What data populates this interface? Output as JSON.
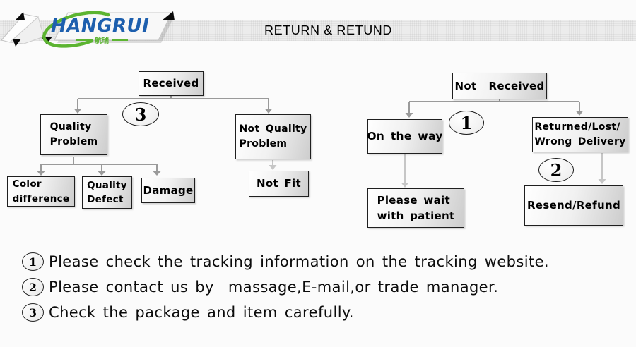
{
  "header": {
    "title": "RETURN & RETUND",
    "logo": {
      "brand": "HANGRUI",
      "cn": "航瑞",
      "brand_color": "#1d5fae",
      "accent_green": "#5cb431"
    }
  },
  "flowchart": {
    "boxes": {
      "received": "Received",
      "quality_problem": "Quality\nProblem",
      "not_quality_problem": "Not Quality\nProblem",
      "color_difference": "Color\ndifference",
      "quality_defect": "Quality\nDefect",
      "damage": "Damage",
      "not_fit": "Not Fit",
      "not_received": "Not  Received",
      "on_the_way": "On the way",
      "returned_lost": "Returned/Lost/\nWrong Delivery",
      "please_wait": "Please wait\nwith patient",
      "resend_refund": "Resend/Refund"
    },
    "badges": {
      "b1": "1",
      "b2": "2",
      "b3": "3"
    },
    "connector_colors": {
      "dark": "#9a9a9a",
      "light": "#c6c6c6"
    }
  },
  "notes": [
    {
      "num": "1",
      "text": "Please check the tracking information on the tracking website."
    },
    {
      "num": "2",
      "text": "Please contact us by  massage,E-mail,or trade manager."
    },
    {
      "num": "3",
      "text": "Check the package and item carefully."
    }
  ]
}
